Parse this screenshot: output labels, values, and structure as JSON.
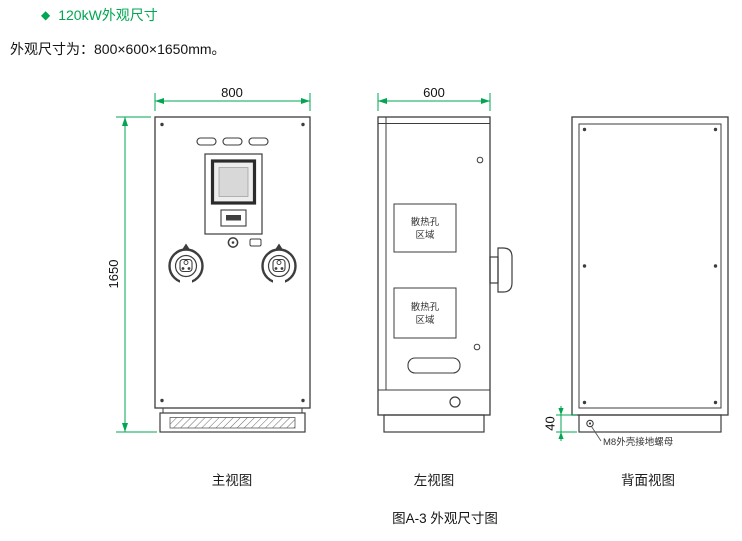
{
  "header": {
    "bullet": "◆",
    "title": "120kW外观尺寸"
  },
  "intro": "外观尺寸为：800×600×1650mm。",
  "front_view": {
    "label": "主视图",
    "width_dim": "800",
    "height_dim": "1650"
  },
  "side_view": {
    "label": "左视图",
    "depth_dim": "600",
    "vent_top": {
      "line1": "散热孔",
      "line2": "区域"
    },
    "vent_bottom": {
      "line1": "散热孔",
      "line2": "区域"
    }
  },
  "back_view": {
    "label": "背面视图",
    "base_height_dim": "40",
    "grounding_note": "M8外壳接地螺母"
  },
  "caption": "图A-3 外观尺寸图",
  "colors": {
    "accent_green": "#00A651",
    "outline": "#3d3d3d"
  }
}
